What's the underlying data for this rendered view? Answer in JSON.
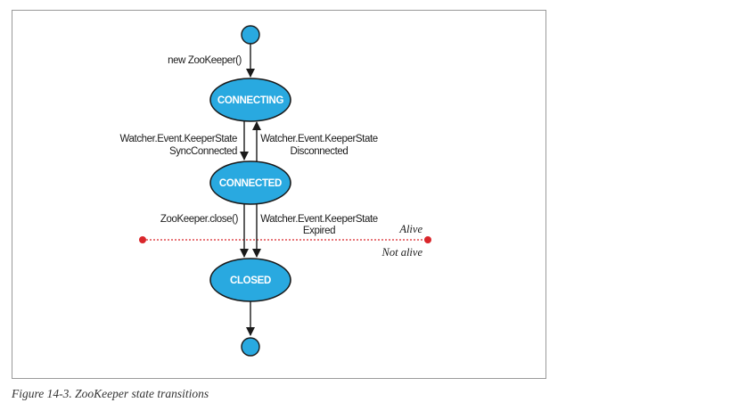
{
  "diagram": {
    "nodes": {
      "connecting": "CONNECTING",
      "connected": "CONNECTED",
      "closed": "CLOSED"
    },
    "edges": {
      "start_to_connecting": "new ZooKeeper()",
      "sync_connected_line1": "Watcher.Event.KeeperState",
      "sync_connected_line2": "SyncConnected",
      "disconnected_line1": "Watcher.Event.KeeperState",
      "disconnected_line2": "Disconnected",
      "close": "ZooKeeper.close()",
      "expired_line1": "Watcher.Event.KeeperState",
      "expired_line2": "Expired"
    },
    "zones": {
      "alive": "Alive",
      "not_alive": "Not alive"
    }
  },
  "caption": "Figure 14-3. ZooKeeper state transitions",
  "colors": {
    "state_fill": "#29a9e0",
    "state_stroke": "#1a1a1a",
    "boundary_line": "#d9262b",
    "arrow": "#1a1a1a"
  }
}
